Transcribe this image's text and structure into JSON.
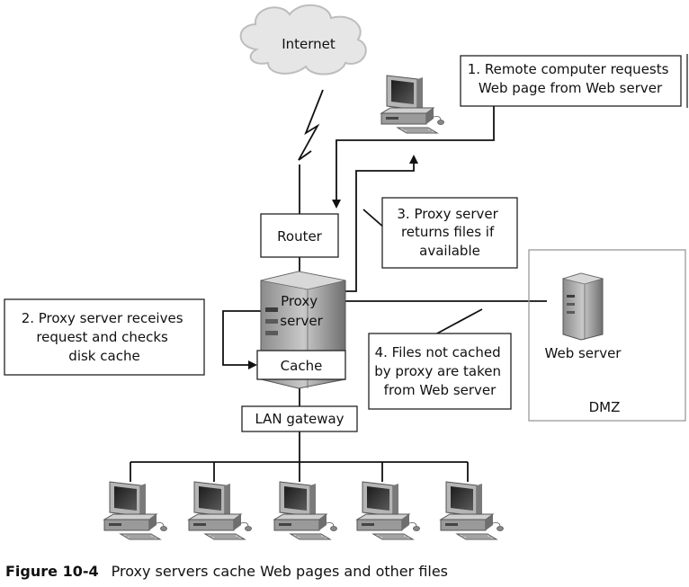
{
  "nodes": {
    "internet": "Internet",
    "router": "Router",
    "proxy_line1": "Proxy",
    "proxy_line2": "server",
    "cache": "Cache",
    "lan_gateway": "LAN gateway",
    "web_server": "Web server",
    "dmz": "DMZ"
  },
  "callouts": {
    "step1": [
      "1. Remote computer requests",
      "Web page from Web server"
    ],
    "step2": [
      "2. Proxy server receives",
      "request and checks",
      "disk cache"
    ],
    "step3": [
      "3. Proxy server",
      "returns files if",
      "available"
    ],
    "step4": [
      "4. Files not cached",
      "by proxy are taken",
      "from Web server"
    ]
  },
  "caption": {
    "label": "Figure 10-4",
    "text": "Proxy servers cache Web pages and other files"
  },
  "icons": {
    "cloud": "cloud-icon",
    "lightning": "lightning-bolt-icon",
    "computer": "desktop-computer-icon",
    "server": "server-tower-icon"
  }
}
